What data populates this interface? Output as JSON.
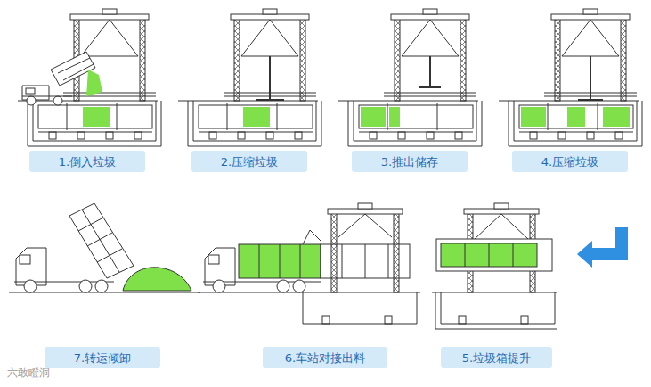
{
  "diagram": {
    "nodes": [
      {
        "text": [
          "1.倒入垃圾"
        ]
      },
      {
        "text": [
          "2.压缩垃圾"
        ]
      },
      {
        "text": [
          "3.推出储存"
        ]
      },
      {
        "text": [
          "4.压缩垃圾"
        ]
      },
      {
        "text": [
          "7.转运倾卸"
        ]
      },
      {
        "text": [
          "6.车站对接出料"
        ]
      },
      {
        "text": [
          "5.垃圾箱提升"
        ]
      }
    ],
    "labels": [
      "六敢瞪洞"
    ]
  }
}
